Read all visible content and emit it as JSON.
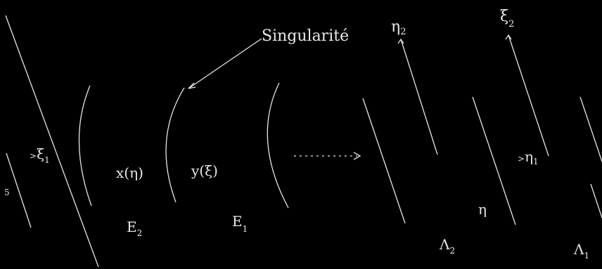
{
  "labels": {
    "singularite": "Singularité",
    "eta2": "η",
    "eta2_sub": "2",
    "xi2": "ξ",
    "xi2_sub": "2",
    "xi1": "ξ",
    "xi1_sub": "1",
    "x_eta": "x(η)",
    "y_xi": "y(ξ)",
    "E2": "E",
    "E2_sub": "2",
    "E1": "E",
    "E1_sub": "1",
    "eta": "η",
    "eta1": "η",
    "eta1_sub": "1",
    "A2": "Λ",
    "A2_sub": "2",
    "A1": "Λ",
    "A1_sub": "1",
    "left_cut": "5"
  },
  "colors": {
    "line": "#e6e6e6",
    "background": "#000000"
  }
}
